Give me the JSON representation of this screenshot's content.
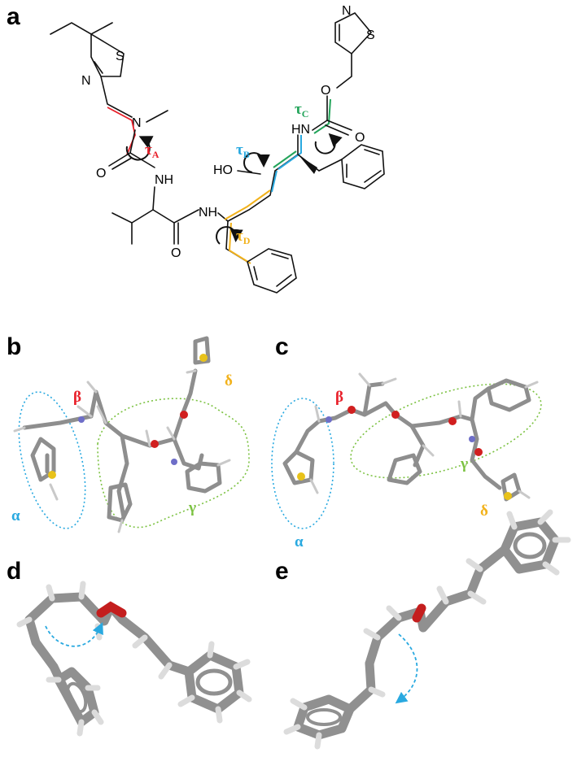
{
  "panels": {
    "a": "a",
    "b": "b",
    "c": "c",
    "d": "d",
    "e": "e"
  },
  "atoms": {
    "S": "S",
    "N": "N",
    "O": "O",
    "NH": "NH",
    "HN": "HN",
    "HO": "HO"
  },
  "torsions": {
    "A": {
      "sym": "τ",
      "sub": "A",
      "color": "#e8202a"
    },
    "B": {
      "sym": "τ",
      "sub": "B",
      "color": "#29a9e0"
    },
    "C": {
      "sym": "τ",
      "sub": "C",
      "color": "#23a45a"
    },
    "D": {
      "sym": "τ",
      "sub": "D",
      "color": "#f2b21c"
    }
  },
  "regions": {
    "alpha": {
      "label": "α",
      "color": "#29a9e0"
    },
    "beta": {
      "label": "β",
      "color": "#e8202a"
    },
    "gamma": {
      "label": "γ",
      "color": "#7cc242"
    },
    "delta": {
      "label": "δ",
      "color": "#f2b21c"
    }
  }
}
